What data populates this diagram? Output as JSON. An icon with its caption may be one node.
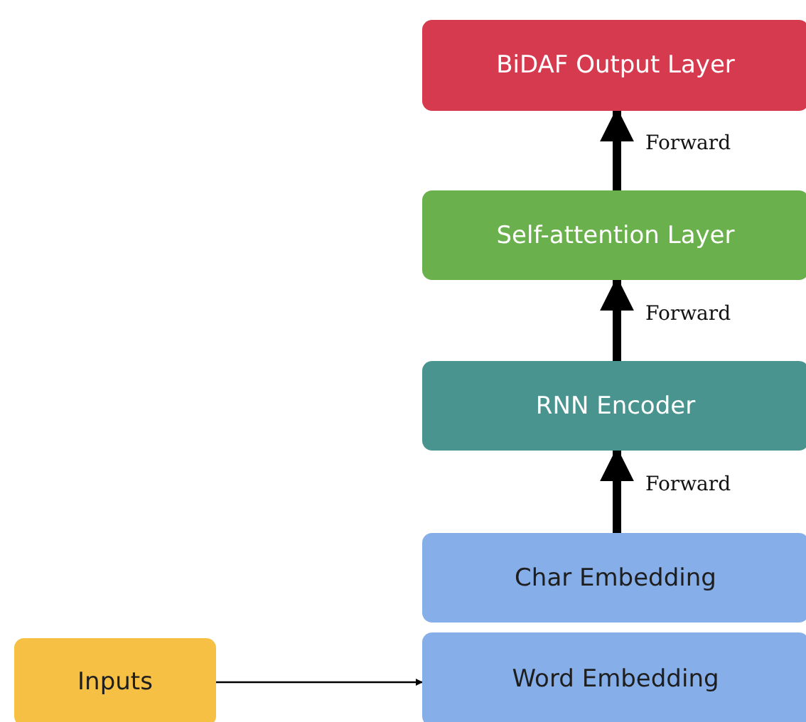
{
  "diagram": {
    "nodes": [
      {
        "text": [
          "BiDAF Output Layer"
        ]
      },
      {
        "text": [
          "Self-attention Layer"
        ]
      },
      {
        "text": [
          "RNN Encoder"
        ]
      },
      {
        "text": [
          "Char Embedding"
        ]
      },
      {
        "text": [
          "Word Embedding"
        ]
      },
      {
        "text": [
          "Inputs"
        ]
      }
    ],
    "edges": [
      {
        "from": 1,
        "to": 0,
        "arrow": "to",
        "label": "Forward"
      },
      {
        "from": 2,
        "to": 1,
        "arrow": "to",
        "label": "Forward"
      },
      {
        "from": 3,
        "to": 2,
        "arrow": "to",
        "label": "Forward"
      },
      {
        "from": 5,
        "to": 4,
        "arrow": "to"
      }
    ]
  }
}
